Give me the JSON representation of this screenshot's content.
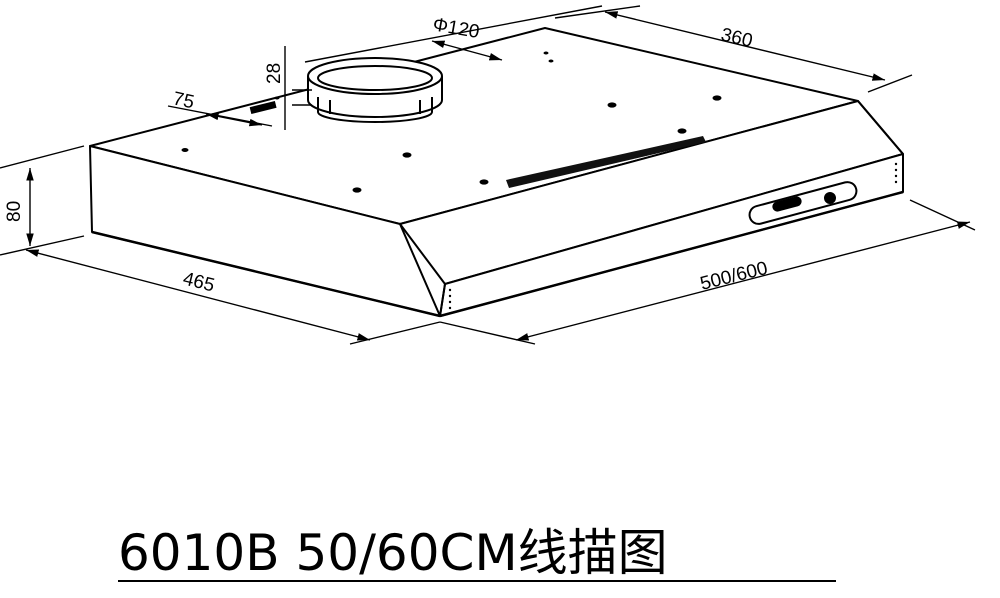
{
  "colors": {
    "line": "#000000",
    "background": "#ffffff"
  },
  "dimensions": {
    "duct_diameter": "Φ120",
    "depth": "360",
    "collar_height": "28",
    "offset": "75",
    "height": "80",
    "side_depth": "465",
    "width": "500/600"
  },
  "caption": "6010B  50/60CM线描图"
}
